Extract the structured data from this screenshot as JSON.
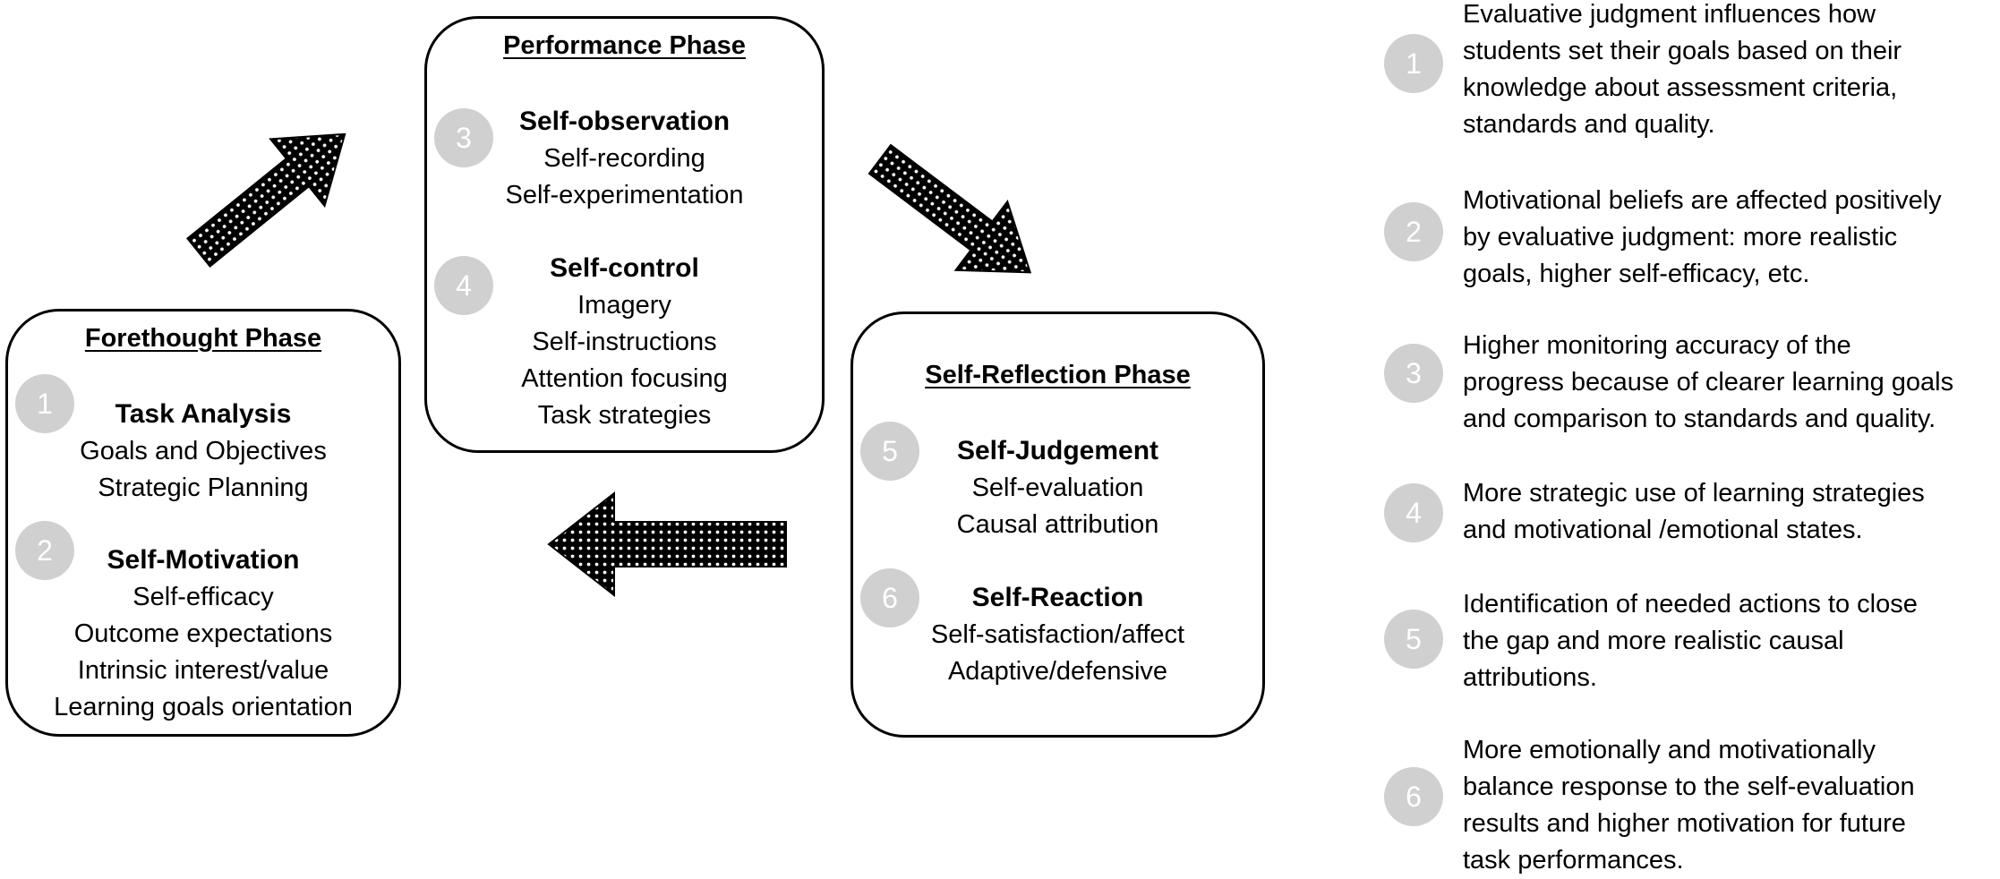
{
  "colors": {
    "badge_fill": "#d0d0d0",
    "badge_text": "#ffffff",
    "border": "#000000",
    "arrow_fill": "#000000",
    "arrow_dots": "#ffffff"
  },
  "phases": {
    "forethought": {
      "title": "Forethought Phase",
      "groups": [
        {
          "num": "1",
          "head": "Task Analysis",
          "items": [
            "Goals and Objectives",
            "Strategic Planning"
          ]
        },
        {
          "num": "2",
          "head": "Self-Motivation",
          "items": [
            "Self-efficacy",
            "Outcome expectations",
            "Intrinsic interest/value",
            "Learning goals orientation"
          ]
        }
      ]
    },
    "performance": {
      "title": "Performance Phase",
      "groups": [
        {
          "num": "3",
          "head": "Self-observation",
          "items": [
            "Self-recording",
            "Self-experimentation"
          ]
        },
        {
          "num": "4",
          "head": "Self-control",
          "items": [
            "Imagery",
            "Self-instructions",
            "Attention focusing",
            "Task strategies"
          ]
        }
      ]
    },
    "reflection": {
      "title": "Self-Reflection Phase",
      "groups": [
        {
          "num": "5",
          "head": "Self-Judgement",
          "items": [
            "Self-evaluation",
            "Causal attribution"
          ]
        },
        {
          "num": "6",
          "head": "Self-Reaction",
          "items": [
            "Self-satisfaction/affect",
            "Adaptive/defensive"
          ]
        }
      ]
    }
  },
  "notes": [
    {
      "num": "1",
      "lines": [
        "Evaluative judgment influences how",
        "students set their goals based on their",
        "knowledge about assessment criteria,",
        "standards and quality."
      ]
    },
    {
      "num": "2",
      "lines": [
        "Motivational beliefs are affected positively",
        "by evaluative judgment: more realistic",
        "goals, higher self-efficacy, etc."
      ]
    },
    {
      "num": "3",
      "lines": [
        "Higher monitoring accuracy of the",
        "progress because of clearer learning goals",
        "and comparison to standards and quality."
      ]
    },
    {
      "num": "4",
      "lines": [
        "More strategic use of learning strategies",
        "and motivational /emotional states."
      ]
    },
    {
      "num": "5",
      "lines": [
        "Identification of needed actions to close",
        "the gap and more realistic causal",
        "attributions."
      ]
    },
    {
      "num": "6",
      "lines": [
        "More emotionally and motivationally",
        "balance response to the self-evaluation",
        "results and higher motivation for future",
        "task performances."
      ]
    }
  ]
}
